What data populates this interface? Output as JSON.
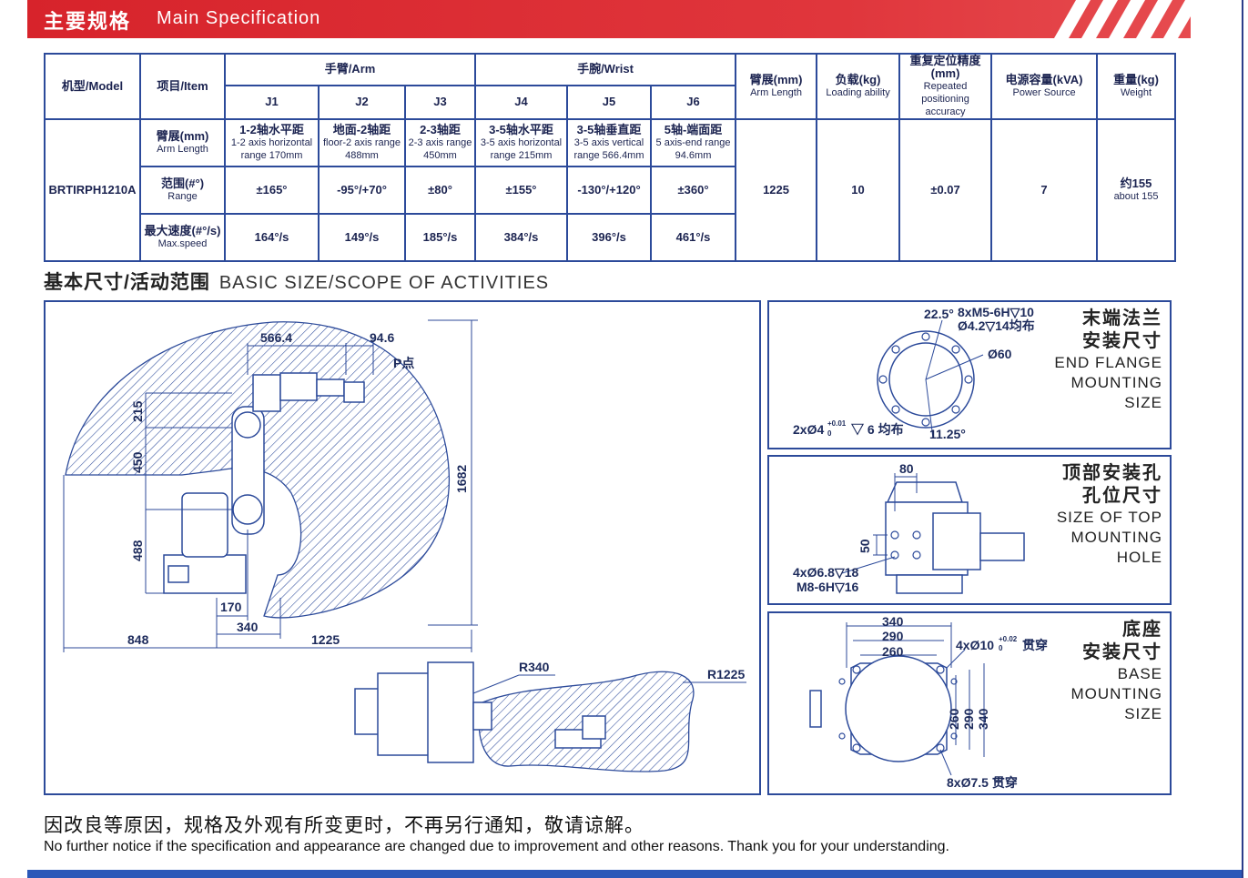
{
  "header": {
    "title_zh": "主要规格",
    "title_en": "Main Specification"
  },
  "table": {
    "model_h": "机型/Model",
    "item_h": "项目/Item",
    "arm_group": "手臂/Arm",
    "wrist_group": "手腕/Wrist",
    "joints": [
      "J1",
      "J2",
      "J3",
      "J4",
      "J5",
      "J6"
    ],
    "arm_len_h": {
      "zh": "臂展(mm)",
      "en": "Arm Length"
    },
    "load_h": {
      "zh": "负载(kg)",
      "en": "Loading ability"
    },
    "repeat_h": {
      "zh": "重复定位精度(mm)",
      "en1": "Repeated positioning",
      "en2": "accuracy"
    },
    "power_h": {
      "zh": "电源容量(kVA)",
      "en": "Power Source"
    },
    "weight_h": {
      "zh": "重量(kg)",
      "en": "Weight"
    },
    "model": "BRTIRPH1210A",
    "row1": {
      "zh": "臂展(mm)",
      "en": "Arm Length",
      "cells": [
        {
          "a": "1-2轴水平距",
          "b": "1-2 axis horizontal",
          "c": "range 170mm"
        },
        {
          "a": "地面-2轴距",
          "b": "floor-2 axis range",
          "c": "488mm"
        },
        {
          "a": "2-3轴距",
          "b": "2-3 axis range",
          "c": "450mm"
        },
        {
          "a": "3-5轴水平距",
          "b": "3-5 axis horizontal",
          "c": "range 215mm"
        },
        {
          "a": "3-5轴垂直距",
          "b": "3-5 axis vertical",
          "c": "range 566.4mm"
        },
        {
          "a": "5轴-端面距",
          "b": "5 axis-end range",
          "c": "94.6mm"
        }
      ]
    },
    "row2": {
      "zh": "范围(#°)",
      "en": "Range",
      "cells": [
        "±165°",
        "-95°/+70°",
        "±80°",
        "±155°",
        "-130°/+120°",
        "±360°"
      ]
    },
    "row3": {
      "zh": "最大速度(#°/s)",
      "en": "Max.speed",
      "cells": [
        "164°/s",
        "149°/s",
        "185°/s",
        "384°/s",
        "396°/s",
        "461°/s"
      ]
    },
    "arm_length": "1225",
    "load": "10",
    "accuracy": "±0.07",
    "power": "7",
    "weight_zh": "约155",
    "weight_en": "about 155"
  },
  "section2": {
    "zh": "基本尺寸/活动范围",
    "en": "BASIC SIZE/SCOPE OF ACTIVITIES"
  },
  "dims_main": {
    "d566": "566.4",
    "d94": "94.6",
    "p": "P点",
    "d215": "215",
    "d450": "450",
    "d488": "488",
    "d1682": "1682",
    "d170": "170",
    "d340": "340",
    "d848": "848",
    "d1225": "1225",
    "r340": "R340",
    "r1225": "R1225"
  },
  "flange": {
    "zh1": "末端法兰",
    "zh2": "安装尺寸",
    "en1": "END FLANGE",
    "en2": "MOUNTING",
    "en3": "SIZE",
    "a": "22.5°",
    "b": "8xM5-6H▽10",
    "c": "Ø4.2▽14均布",
    "d": "Ø60",
    "e": "2xØ4",
    "e_sup": "+0.01",
    "e_sub": "0",
    "f": "▽ 6 均布",
    "g": "11.25°"
  },
  "top": {
    "zh1": "顶部安装孔",
    "zh2": "孔位尺寸",
    "en1": "SIZE OF TOP",
    "en2": "MOUNTING",
    "en3": "HOLE",
    "a": "80",
    "b": "50",
    "c": "4xØ6.8▽18",
    "d": "M8-6H▽16"
  },
  "base": {
    "zh1": "底座",
    "zh2": "安装尺寸",
    "en1": "BASE",
    "en2": "MOUNTING",
    "en3": "SIZE",
    "a": "340",
    "b": "290",
    "c": "260",
    "d": "4xØ10",
    "d_sup": "+0.02",
    "d_sub": "0",
    "d2": "贯穿",
    "e": "260",
    "f": "290",
    "g": "340",
    "h": "8xØ7.5 贯穿"
  },
  "footer": {
    "zh": "因改良等原因，规格及外观有所变更时，不再另行通知，敬请谅解。",
    "en": "No further notice if the specification and appearance are changed due to improvement and other reasons. Thank you for your understanding."
  },
  "colors": {
    "red": "#d7232b",
    "navy": "#2c4a9a",
    "blue": "#2b58b8"
  }
}
